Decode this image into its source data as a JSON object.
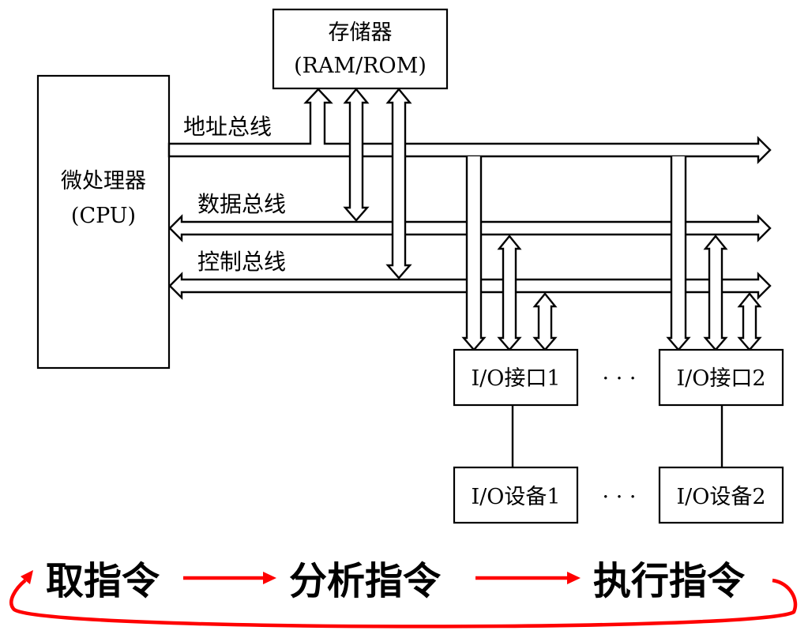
{
  "components": {
    "memory": {
      "line1": "存储器",
      "line2": "(RAM/ROM)"
    },
    "cpu": {
      "line1": "微处理器",
      "line2": "(CPU)"
    },
    "io_interface_1": "I/O接口1",
    "io_interface_2": "I/O接口2",
    "io_device_1": "I/O设备1",
    "io_device_2": "I/O设备2",
    "ellipsis_interfaces": "· · ·",
    "ellipsis_devices": "· · ·"
  },
  "buses": {
    "address": "地址总线",
    "data": "数据总线",
    "control": "控制总线"
  },
  "cycle": {
    "steps": [
      "取指令",
      "分析指令",
      "执行指令"
    ],
    "color": "#ff0000"
  }
}
